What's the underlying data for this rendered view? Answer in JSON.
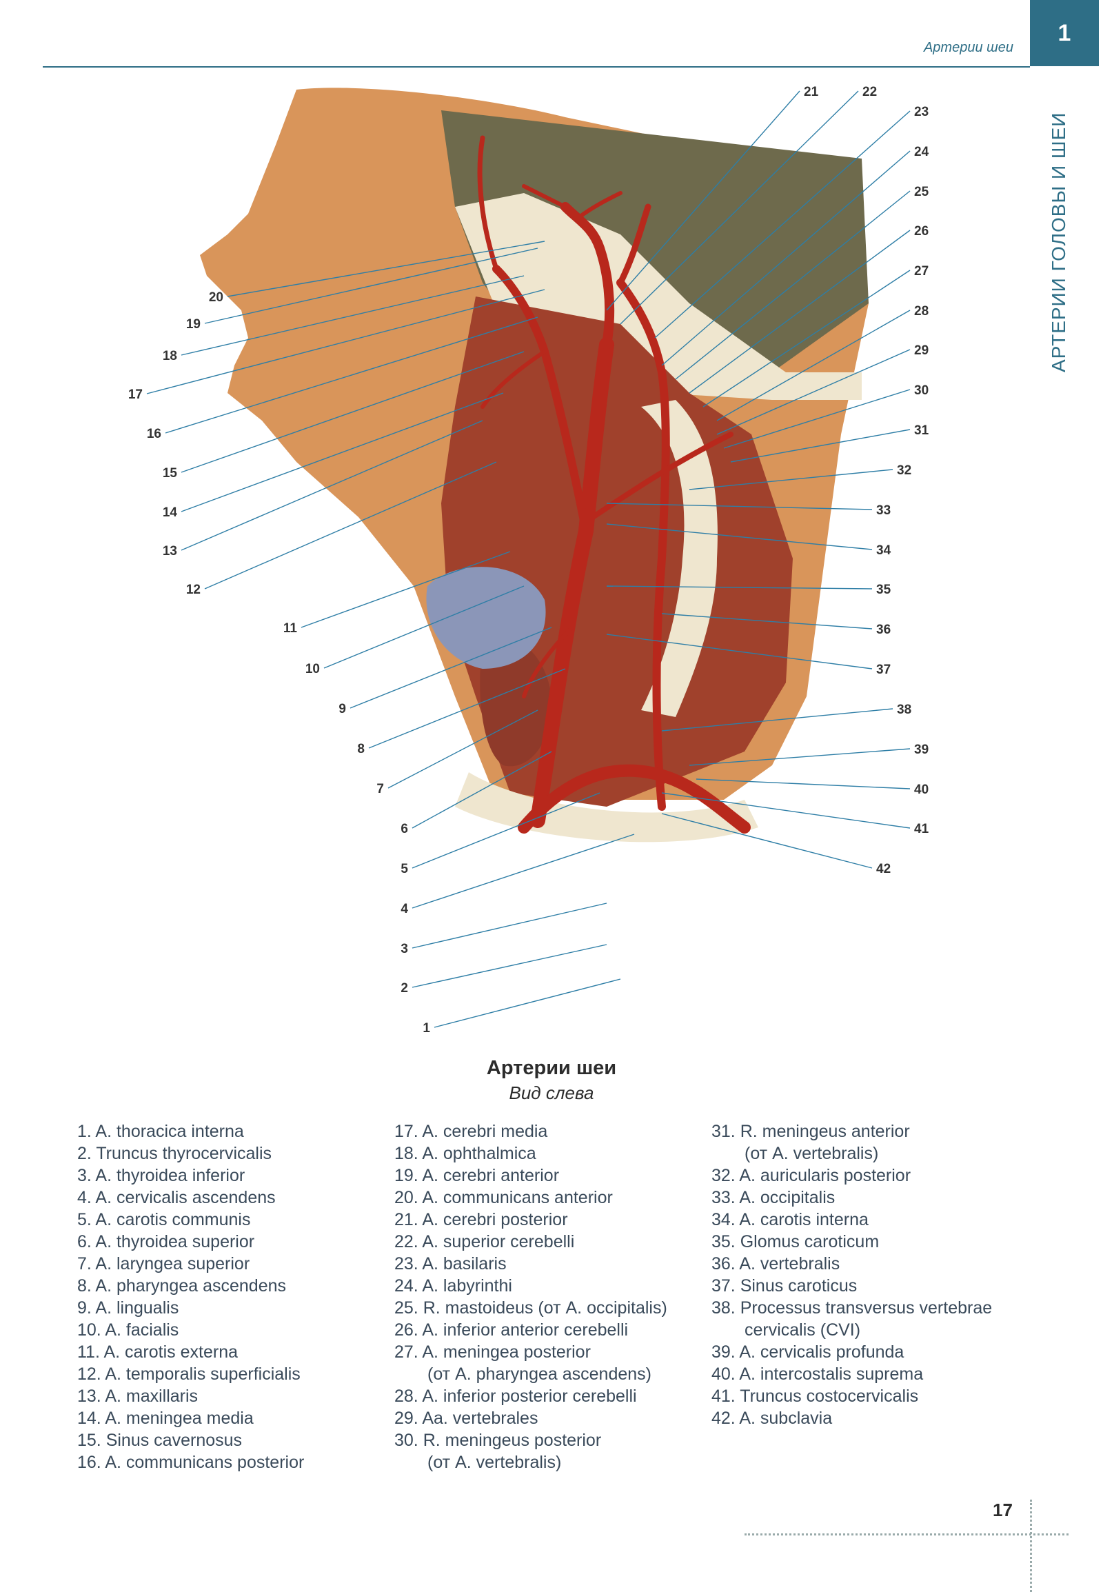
{
  "header": {
    "running_title": "Артерии шеи",
    "chapter_number": "1",
    "side_title": "АРТЕРИИ ГОЛОВЫ И ШЕИ"
  },
  "figure": {
    "title": "Артерии шеи",
    "subtitle": "Вид слева",
    "callout_numbers": [
      "1",
      "2",
      "3",
      "4",
      "5",
      "6",
      "7",
      "8",
      "9",
      "10",
      "11",
      "12",
      "13",
      "14",
      "15",
      "16",
      "17",
      "18",
      "19",
      "20",
      "21",
      "22",
      "23",
      "24",
      "25",
      "26",
      "27",
      "28",
      "29",
      "30",
      "31",
      "32",
      "33",
      "34",
      "35",
      "36",
      "37",
      "38",
      "39",
      "40",
      "41",
      "42"
    ]
  },
  "legend": {
    "col1": [
      "1. A. thoracica interna",
      "2. Truncus thyrocervicalis",
      "3. A. thyroidea inferior",
      "4. A. cervicalis ascendens",
      "5. A. carotis communis",
      "6. A. thyroidea superior",
      "7. A. laryngea superior",
      "8. A. pharyngea ascendens",
      "9. A. lingualis",
      "10. A. facialis",
      "11. A. carotis externa",
      "12. A. temporalis superficialis",
      "13. A. maxillaris",
      "14. A. meningea media",
      "15. Sinus cavernosus",
      "16. A. communicans posterior"
    ],
    "col2": [
      "17. A. cerebri media",
      "18. A. ophthalmica",
      "19. A. cerebri anterior",
      "20. A. communicans anterior",
      "21. A. cerebri posterior",
      "22. A. superior cerebelli",
      "23. A. basilaris",
      "24. A. labyrinthi",
      "25. R. mastoideus (от A. occipitalis)",
      "26. A. inferior anterior cerebelli",
      "27. A. meningea posterior",
      "(от A. pharyngea ascendens)",
      "28. A. inferior posterior cerebelli",
      "29. Aa. vertebrales",
      "30. R. meningeus posterior",
      "(от A. vertebralis)"
    ],
    "col3": [
      "31. R. meningeus anterior",
      "(от A. vertebralis)",
      "32. A. auricularis posterior",
      "33. A. occipitalis",
      "34. A. carotis interna",
      "35. Glomus caroticum",
      "36. A. vertebralis",
      "37. Sinus caroticus",
      "38. Processus transversus vertebrae",
      "cervicalis (CVI)",
      "39. A. cervicalis profunda",
      "40. A. intercostalis suprema",
      "41. Truncus costocervicalis",
      "42. A. subclavia"
    ]
  },
  "page_number": "17",
  "colors": {
    "accent": "#2e6e86",
    "artery": "#b8281c",
    "skin": "#d9955a",
    "bone": "#efe6cf",
    "muscle": "#a0412c"
  }
}
